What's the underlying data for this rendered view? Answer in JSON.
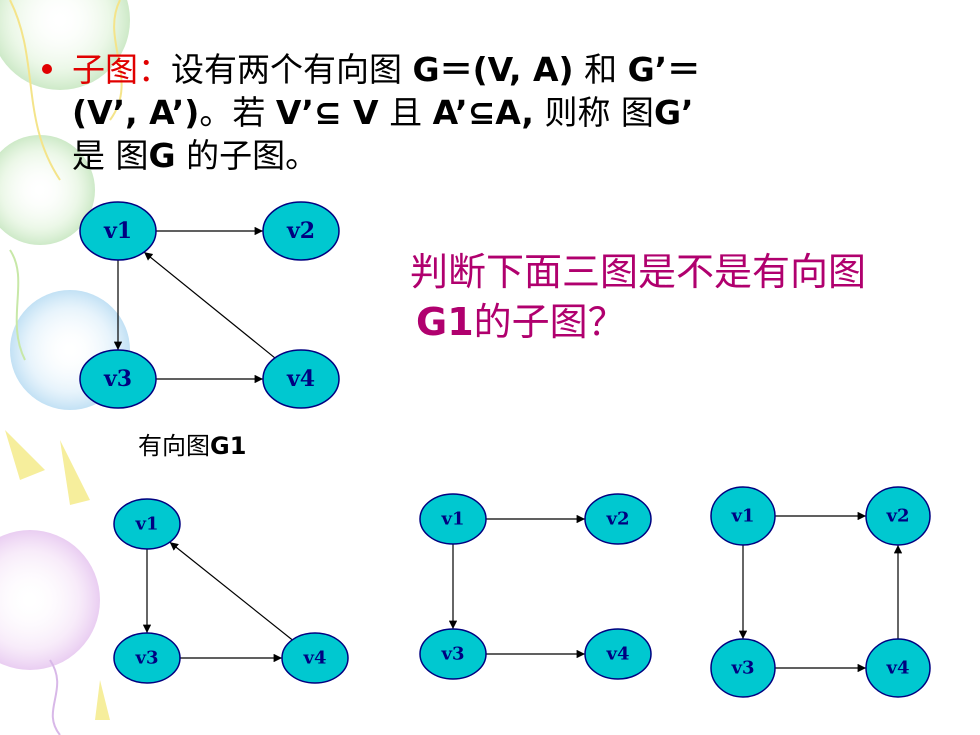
{
  "definition": {
    "term": "子图",
    "colon": "：",
    "line1_text": "设有两个有向图 ",
    "line1_math": "G＝(V, A)",
    "line1_and": " 和 ",
    "line1_math2": "G’＝",
    "line2_math": "(V’, A’)",
    "line2_text": "。若 ",
    "line2_cond1": "V’⊆ V",
    "line2_and": " 且 ",
    "line2_cond2": "A’⊆A,",
    "line2_then": " 则称 图",
    "line2_g": "G’",
    "line3_text": "是 图",
    "line3_g": "G",
    "line3_end": " 的子图。"
  },
  "question": {
    "line1": "判断下面三图是不是有向图",
    "line2_bold": "G1",
    "line2_rest": "的子图？"
  },
  "caption": {
    "text": "有向图",
    "bold": "G1"
  },
  "graphs": [
    {
      "id": "g1",
      "nodes": [
        {
          "id": "v1",
          "label": "v1"
        },
        {
          "id": "v2",
          "label": "v2"
        },
        {
          "id": "v3",
          "label": "v3"
        },
        {
          "id": "v4",
          "label": "v4"
        }
      ],
      "edges": [
        [
          "v1",
          "v2"
        ],
        [
          "v1",
          "v3"
        ],
        [
          "v3",
          "v4"
        ],
        [
          "v4",
          "v1"
        ]
      ]
    },
    {
      "id": "sub-a",
      "nodes": [
        {
          "id": "v1",
          "label": "v1"
        },
        {
          "id": "v3",
          "label": "v3"
        },
        {
          "id": "v4",
          "label": "v4"
        }
      ],
      "edges": [
        [
          "v1",
          "v3"
        ],
        [
          "v3",
          "v4"
        ],
        [
          "v4",
          "v1"
        ]
      ]
    },
    {
      "id": "sub-b",
      "nodes": [
        {
          "id": "v1",
          "label": "v1"
        },
        {
          "id": "v2",
          "label": "v2"
        },
        {
          "id": "v3",
          "label": "v3"
        },
        {
          "id": "v4",
          "label": "v4"
        }
      ],
      "edges": [
        [
          "v1",
          "v2"
        ],
        [
          "v1",
          "v3"
        ],
        [
          "v3",
          "v4"
        ]
      ]
    },
    {
      "id": "sub-c",
      "nodes": [
        {
          "id": "v1",
          "label": "v1"
        },
        {
          "id": "v2",
          "label": "v2"
        },
        {
          "id": "v3",
          "label": "v3"
        },
        {
          "id": "v4",
          "label": "v4"
        }
      ],
      "edges": [
        [
          "v1",
          "v2"
        ],
        [
          "v1",
          "v3"
        ],
        [
          "v3",
          "v4"
        ],
        [
          "v4",
          "v2"
        ]
      ]
    }
  ],
  "colors": {
    "node_fill": "#00c8d0",
    "node_stroke": "#000080",
    "term_color": "#e00000",
    "question_color": "#b0006e"
  }
}
